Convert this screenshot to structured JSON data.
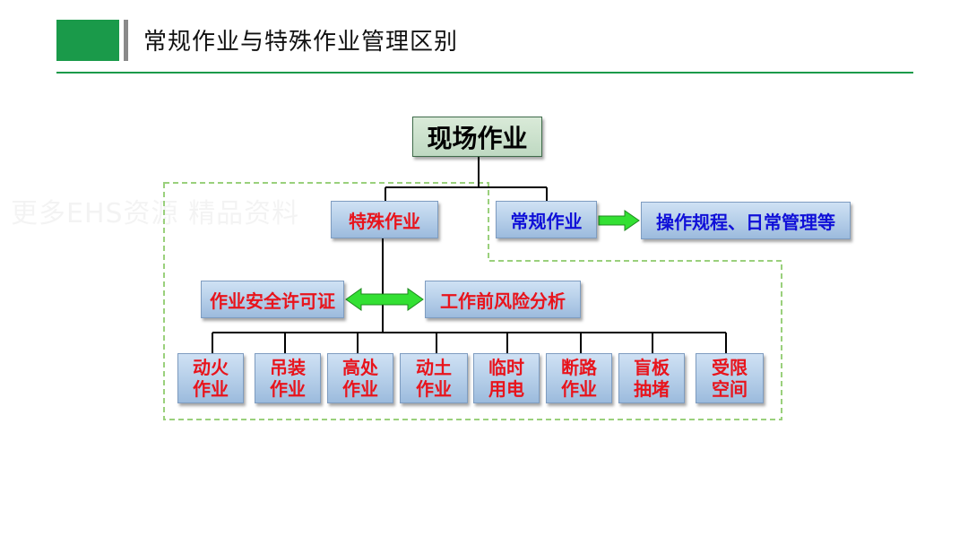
{
  "header": {
    "title": "常规作业与特殊作业管理区别",
    "accent_color": "#1a9a4a"
  },
  "watermark": "更多EHS资源  精品资料",
  "diagram": {
    "root": "现场作业",
    "special": "特殊作业",
    "routine": "常规作业",
    "routine_detail": "操作规程、日常管理等",
    "permit": "作业安全许可证",
    "risk": "工作前风险分析",
    "leaves": [
      {
        "line1": "动火",
        "line2": "作业"
      },
      {
        "line1": "吊装",
        "line2": "作业"
      },
      {
        "line1": "高处",
        "line2": "作业"
      },
      {
        "line1": "动土",
        "line2": "作业"
      },
      {
        "line1": "临时",
        "line2": "用电"
      },
      {
        "line1": "断路",
        "line2": "作业"
      },
      {
        "line1": "盲板",
        "line2": "抽堵"
      },
      {
        "line1": "受限",
        "line2": "空间"
      }
    ],
    "colors": {
      "special_text": "#e8141c",
      "routine_text": "#1010d8",
      "arrow": "#33e033",
      "dashed_border": "#9ad07c"
    }
  }
}
